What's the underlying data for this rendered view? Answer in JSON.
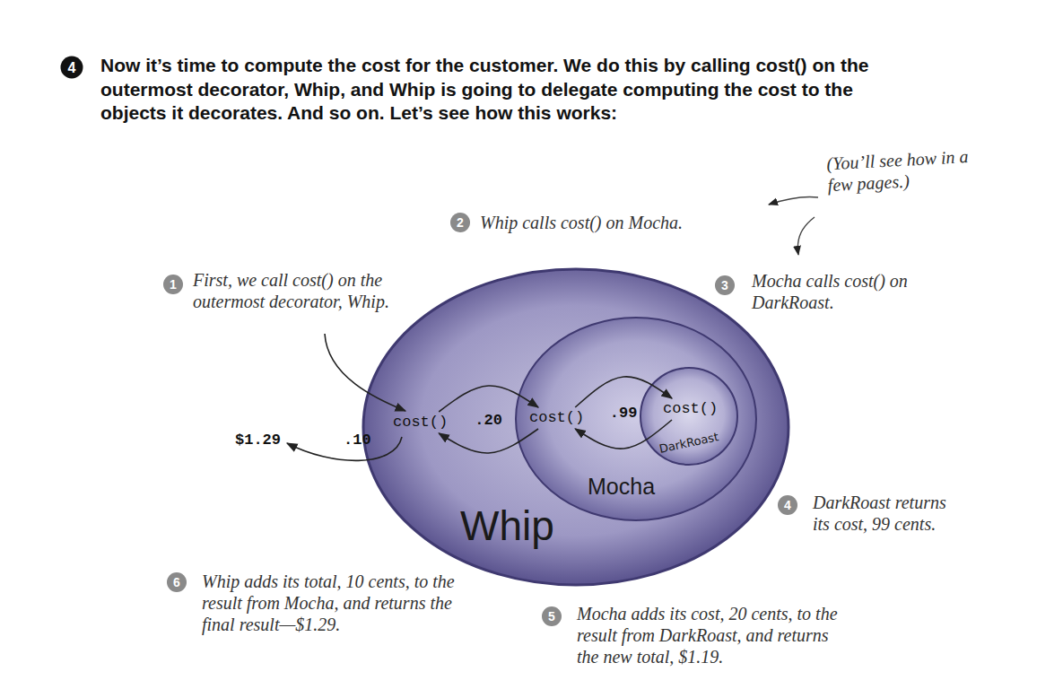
{
  "diagram": {
    "title": "Now it’s time to compute the cost for the customer. We do this by calling cost() on the outermost decorator, Whip, and Whip is going to delegate computing the cost to the objects it decorates. And so on. Let’s see how this works:",
    "nodes": [
      {
        "text": [
          "cost()",
          "Whip"
        ]
      },
      {
        "text": [
          "cost()",
          "Mocha"
        ],
        "in": 0
      },
      {
        "text": [
          "cost()",
          "DarkRoast"
        ],
        "in": 1
      }
    ],
    "edges": [
      {
        "from": 0,
        "to": 1,
        "arrow": "to"
      },
      {
        "from": 1,
        "to": 2,
        "arrow": "to"
      },
      {
        "from": 2,
        "to": 1,
        "label": ".99",
        "arrow": "to"
      },
      {
        "from": 1,
        "to": 0,
        "label": ".20",
        "arrow": "to"
      }
    ],
    "labels": [
      "4",
      "1",
      "First, we call cost() on the outermost decorator, Whip.",
      "2",
      "Whip calls cost() on Mocha.",
      "(You’ll see how in a few pages.)",
      "3",
      "Mocha calls cost() on DarkRoast.",
      "$1.29",
      ".10",
      "4",
      "DarkRoast returns its cost, 99 cents.",
      "6",
      "Whip adds its total, 10 cents, to the result from Mocha, and returns the final result—$1.29.",
      "5",
      "Mocha adds its cost, 20 cents, to the result from DarkRoast, and returns the new total, $1.19."
    ]
  }
}
